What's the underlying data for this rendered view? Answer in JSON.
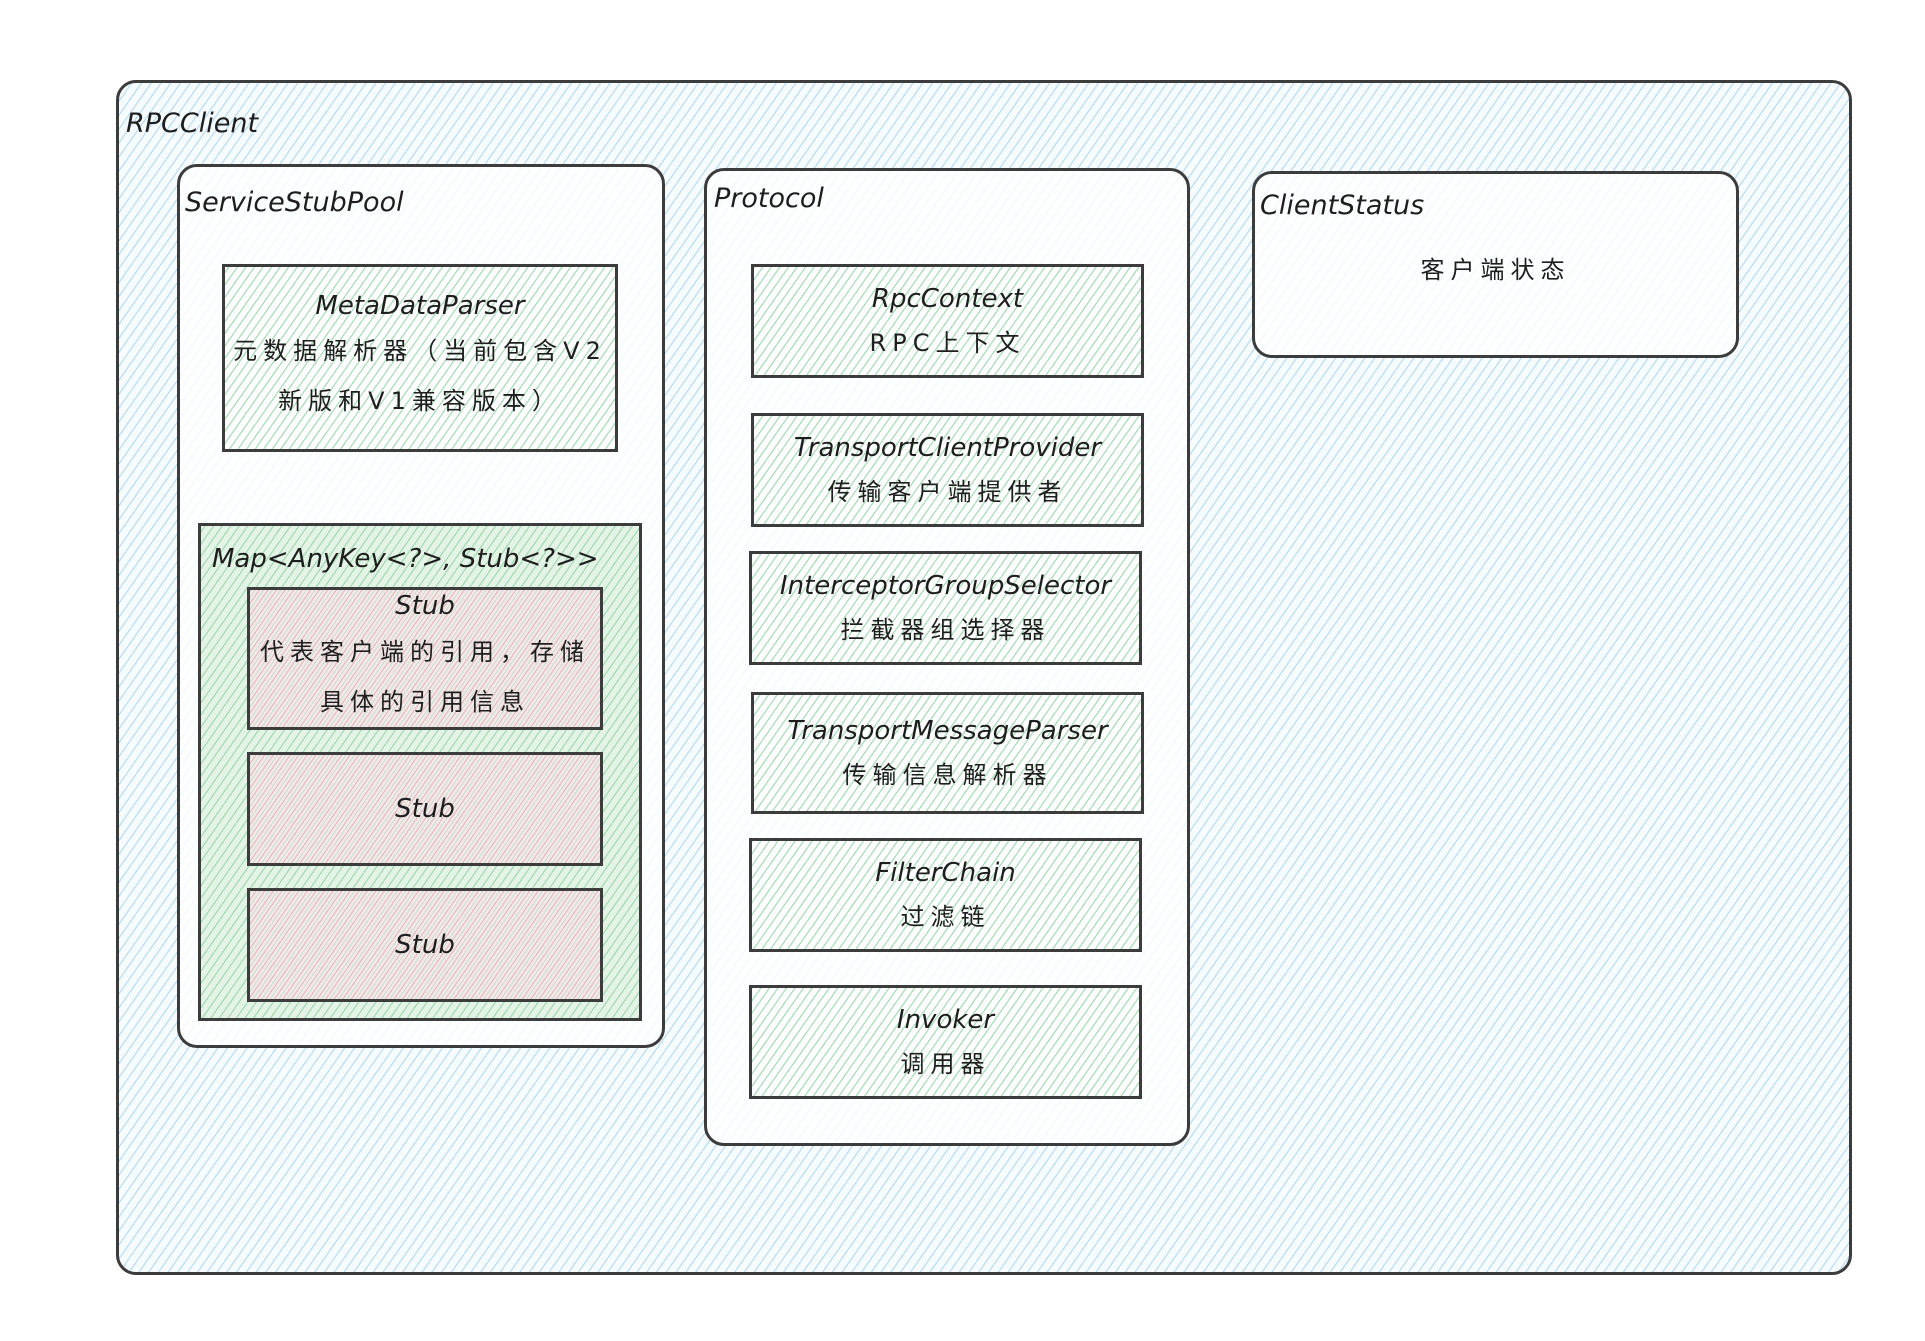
{
  "rpc_client": {
    "title": "RPCClient"
  },
  "service_stub_pool": {
    "title": "ServiceStubPool",
    "metadata_parser": {
      "name": "MetaDataParser",
      "desc_line1": "元数据解析器（当前包含V2",
      "desc_line2": "新版和V1兼容版本）"
    },
    "stub_map": {
      "title": "Map<AnyKey<?>, Stub<?>>",
      "stubs": [
        {
          "name": "Stub",
          "desc_line1": "代表客户端的引用，存储",
          "desc_line2": "具体的引用信息"
        },
        {
          "name": "Stub"
        },
        {
          "name": "Stub"
        }
      ]
    }
  },
  "protocol": {
    "title": "Protocol",
    "components": [
      {
        "name": "RpcContext",
        "desc": "RPC上下文"
      },
      {
        "name": "TransportClientProvider",
        "desc": "传输客户端提供者"
      },
      {
        "name": "InterceptorGroupSelector",
        "desc": "拦截器组选择器"
      },
      {
        "name": "TransportMessageParser",
        "desc": "传输信息解析器"
      },
      {
        "name": "FilterChain",
        "desc": "过滤链"
      },
      {
        "name": "Invoker",
        "desc": "调用器"
      }
    ]
  },
  "client_status": {
    "title": "ClientStatus",
    "desc": "客户端状态"
  },
  "colors": {
    "stroke": "#3c3c3c",
    "outer_fill_hatch": "#96c8e8",
    "component_fill_hatch": "#7dc891",
    "stub_fill_hatch": "#ebaab4"
  }
}
